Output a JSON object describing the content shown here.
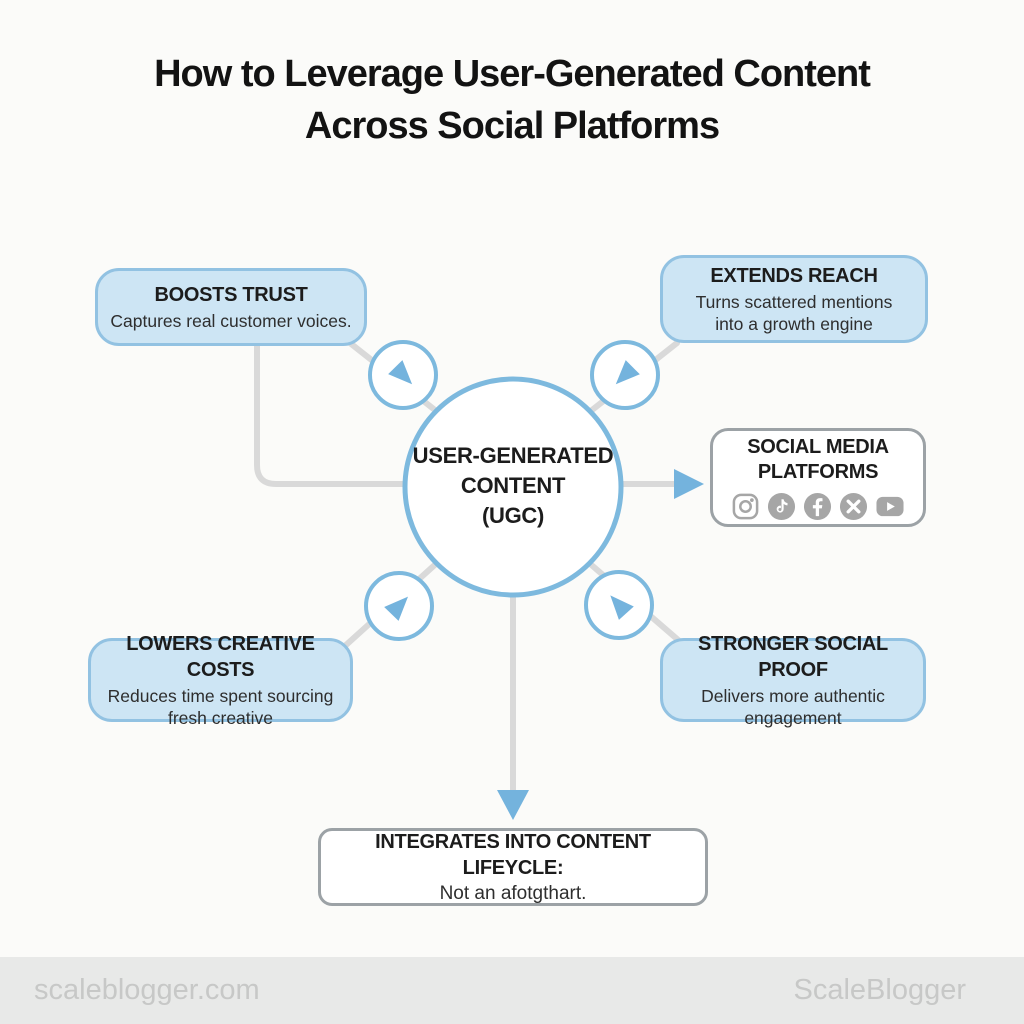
{
  "title": {
    "line1": "How to Leverage User-Generated Content",
    "line2": "Across Social Platforms"
  },
  "center": {
    "label": "USER-GENERATED\nCONTENT\n(UGC)"
  },
  "boxes": {
    "boosts_trust": {
      "title": "BOOSTS TRUST",
      "subtitle": "Captures real customer voices."
    },
    "extends_reach": {
      "title": "EXTENDS REACH",
      "subtitle": "Turns scattered mentions\ninto a growth engine"
    },
    "social_platforms": {
      "title": "SOCIAL MEDIA\nPLATFORMS",
      "icons": [
        "instagram-icon",
        "tiktok-icon",
        "facebook-icon",
        "x-icon",
        "youtube-icon"
      ]
    },
    "lowers_creative_costs": {
      "title": "LOWERS CREATIVE COSTS",
      "subtitle": "Reduces time spent sourcing\nfresh creative"
    },
    "stronger_social_proof": {
      "title": "STRONGER SOCIAL PROOF",
      "subtitle": "Delivers more authentic\nengagement"
    },
    "content_lifecycle": {
      "title": "INTEGRATES INTO CONTENT LIFEYCLE:",
      "subtitle": "Not an afotgthart."
    }
  },
  "footer": {
    "left": "scaleblogger.com",
    "right": "ScaleBlogger"
  },
  "colors": {
    "accent_blue": "#7db9de",
    "box_fill": "#cde5f4",
    "box_border": "#92c2e2",
    "arrow_blue": "#74b3dd",
    "line_gray": "#d9d9d9",
    "neutral_border": "#9ca2a6",
    "icon_gray": "#a6a6a6",
    "footer_bg": "#e8e9e8",
    "footer_text": "#c7c8c7"
  }
}
